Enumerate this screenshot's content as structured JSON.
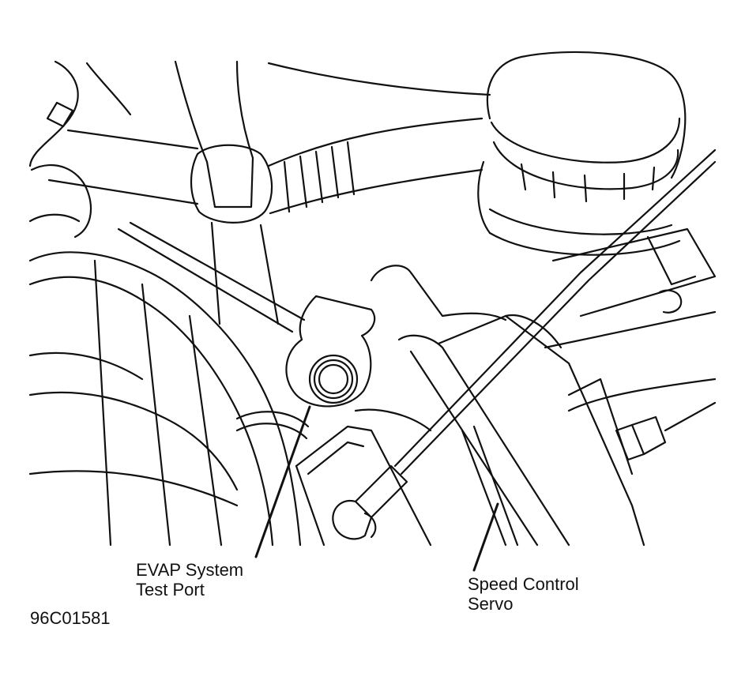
{
  "labels": {
    "evap_line1": "EVAP System",
    "evap_line2": "Test Port",
    "servo_line1": "Speed Control",
    "servo_line2": "Servo"
  },
  "figure_id": "96C01581",
  "colors": {
    "ink": "#111111",
    "paper": "#ffffff"
  }
}
